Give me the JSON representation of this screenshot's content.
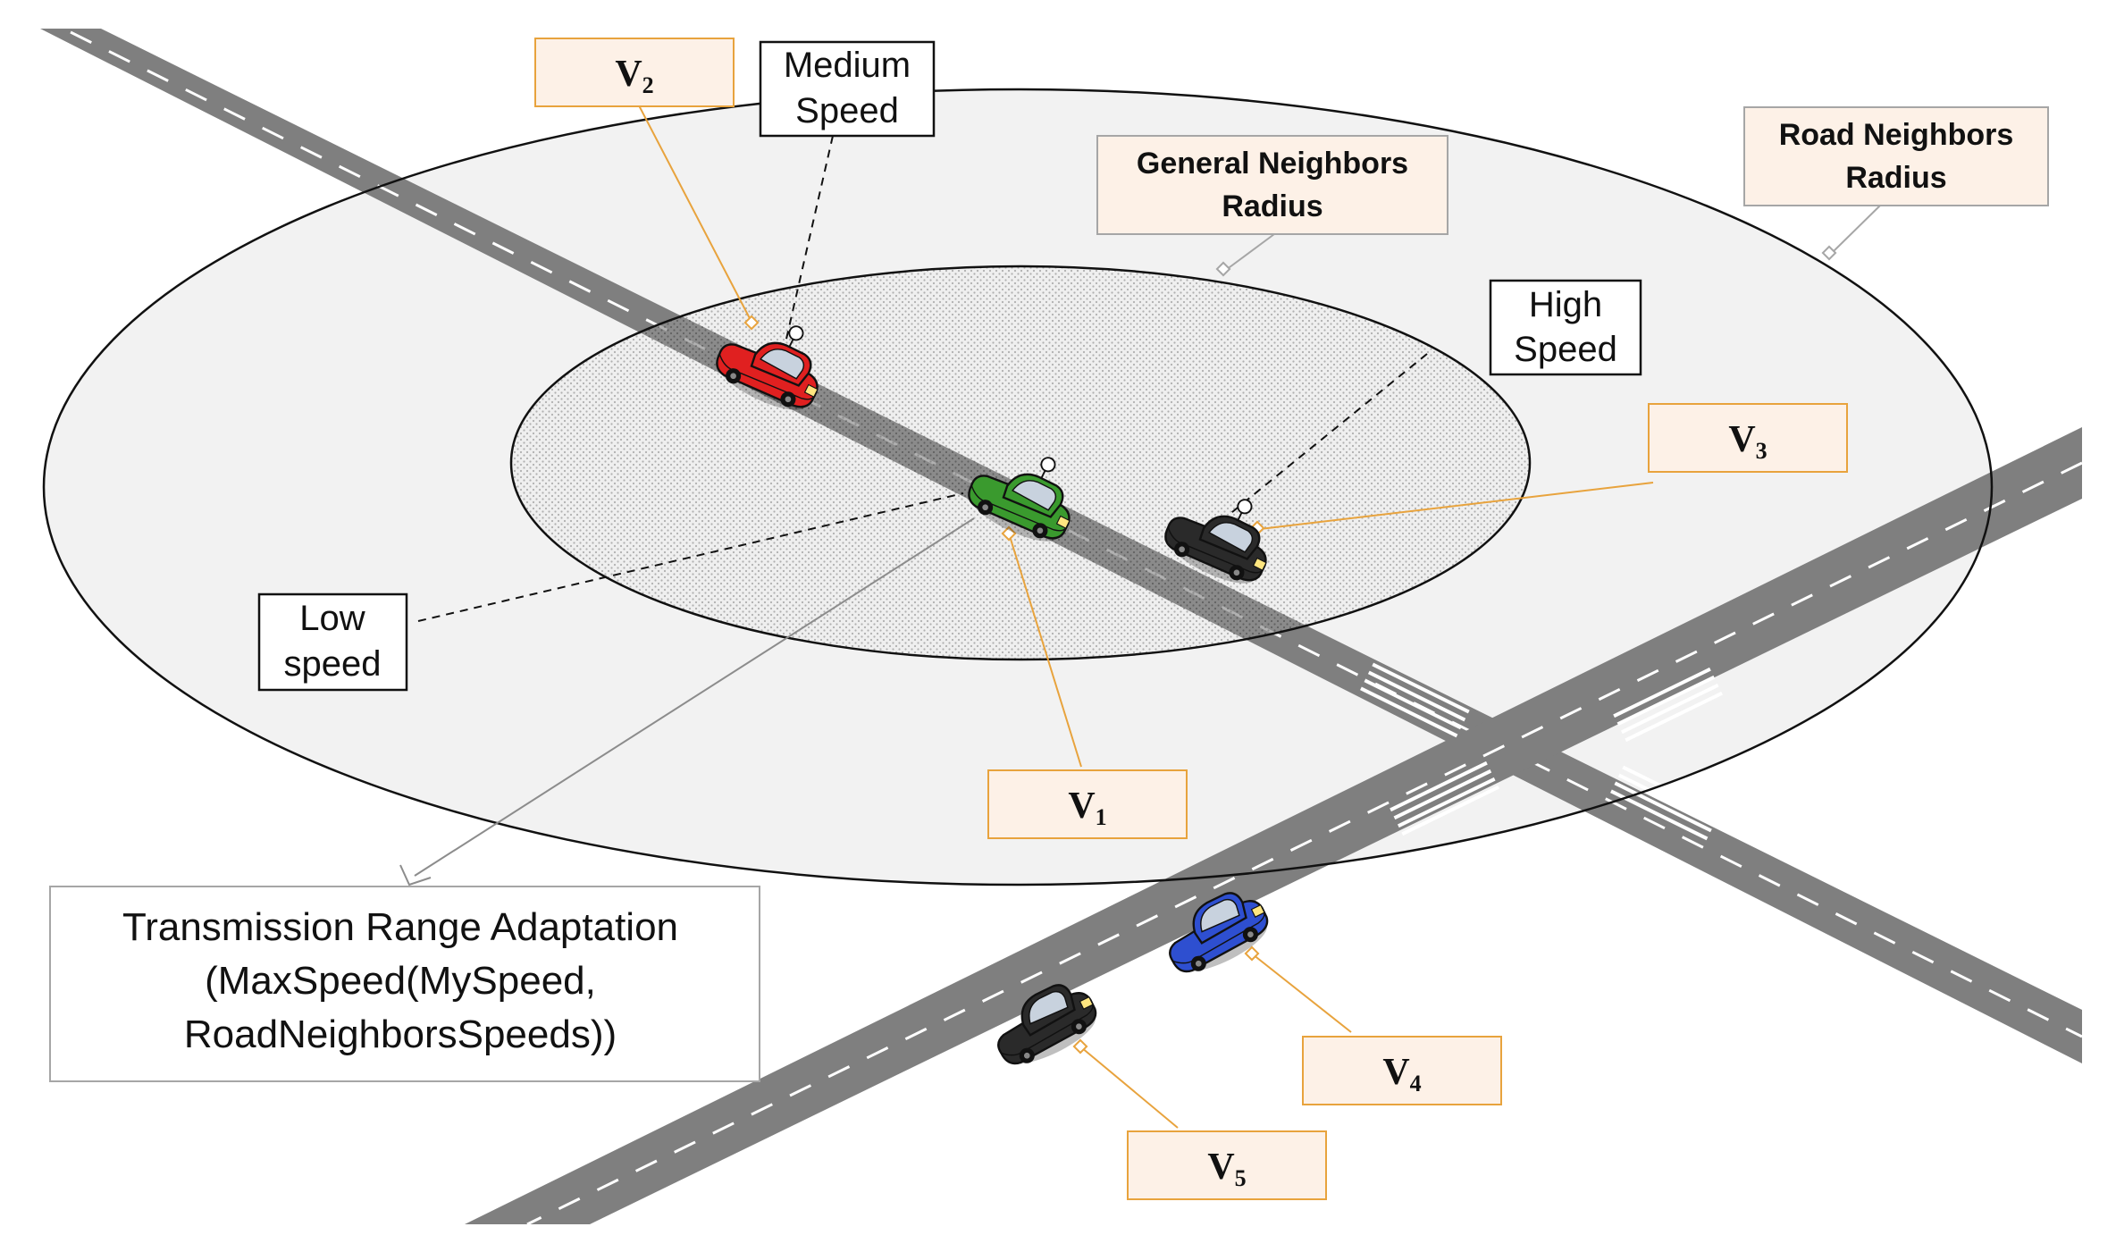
{
  "labels": {
    "v1": {
      "main": "V",
      "sub": "1"
    },
    "v2": {
      "main": "V",
      "sub": "2"
    },
    "v3": {
      "main": "V",
      "sub": "3"
    },
    "v4": {
      "main": "V",
      "sub": "4"
    },
    "v5": {
      "main": "V",
      "sub": "5"
    },
    "medium_speed": {
      "line1": "Medium",
      "line2": "Speed"
    },
    "high_speed": {
      "line1": "High",
      "line2": "Speed"
    },
    "low_speed": {
      "line1": "Low",
      "line2": "speed"
    },
    "general_neighbors": {
      "line1": "General Neighbors",
      "line2": "Radius"
    },
    "road_neighbors": {
      "line1": "Road Neighbors",
      "line2": "Radius"
    },
    "transmission": {
      "line1": "Transmission Range Adaptation",
      "line2": "(MaxSpeed(MySpeed,",
      "line3": "RoadNeighborsSpeeds))"
    }
  },
  "colors": {
    "road": "#7f7f7f",
    "road_dashes": "#ffffff",
    "outer_area": "#f2f2f2",
    "inner_area": "#e6e6e6",
    "callout_fill": "#fdf1e7",
    "callout_border": "#e8a33d",
    "neighbor_callout_border": "#a6a6a6",
    "car_v1": "#3a9a2e",
    "car_v2": "#e02020",
    "car_v3": "#2a2a2a",
    "car_v4": "#2e4fd0",
    "car_v5": "#2a2a2a"
  },
  "icons": [
    "car-icon",
    "antenna-icon"
  ]
}
